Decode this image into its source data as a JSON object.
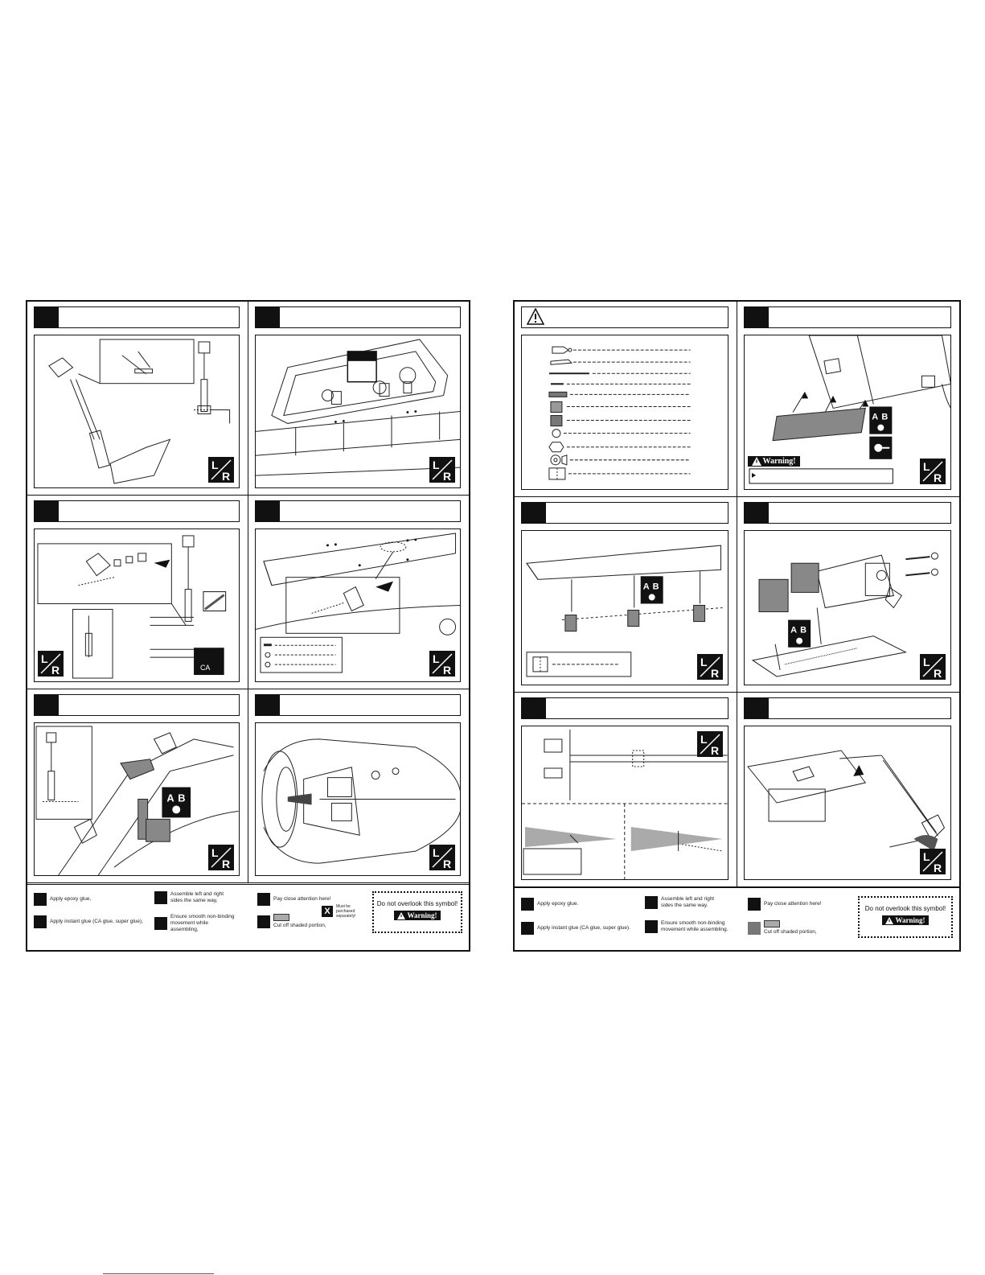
{
  "left_page": {
    "legend": {
      "epoxy_label": "Apply epoxy glue,",
      "ca_label": "Apply instant glue (CA glue, super glue),",
      "lr_label": "Assemble left and right sides the same way,",
      "smooth_label": "Ensure smooth non-binding movement while assembling,",
      "attention_label": "Pay close attention here!",
      "cut_label": "Cut off shaded portion,",
      "purchase_label": "Must be purchased separately!",
      "note_text": "Do not overlook this symbol!",
      "warning_text": "Warning!"
    }
  },
  "right_page": {
    "panel2_warning": "Warning!",
    "legend": {
      "epoxy_label": "Apply epoxy glue.",
      "ca_label": "Apply instant glue (CA glue, super glue).",
      "lr_label": "Assemble left and right sides the same way.",
      "smooth_label": "Ensure smooth non-binding movement while assembling.",
      "attention_label": "Pay close attention here!",
      "cut_label": "Cut off shaded portion,",
      "note_text": "Do not overlook this symbol!",
      "warning_text": "Warning!"
    }
  },
  "icons": {
    "lr_icon": "left-right-icon",
    "ab_icon": "epoxy-ab-icon",
    "ca_icon": "ca-glue-icon",
    "warning_icon": "warning-triangle-icon",
    "hand_icon": "pointing-hand-icon"
  }
}
